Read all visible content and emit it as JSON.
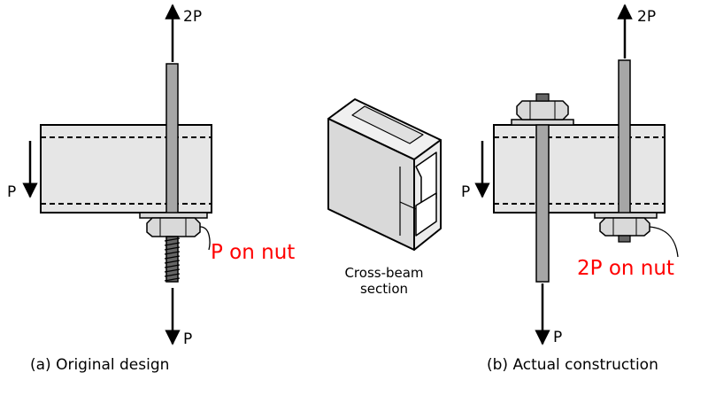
{
  "colors": {
    "beam_fill": "#e6e6e6",
    "rod_fill": "#a6a6a6",
    "nut_fill": "#d9d9d9",
    "outline": "#000000",
    "highlight_text": "#ff0000",
    "background": "#ffffff"
  },
  "panel_a": {
    "caption": "(a) Original design",
    "top_load": "2P",
    "side_load": "P",
    "bottom_load": "P",
    "nut_label": "P on nut"
  },
  "panel_b": {
    "caption": "(b) Actual construction",
    "top_load": "2P",
    "side_load": "P",
    "bottom_load": "P",
    "nut_label": "2P on nut"
  },
  "center": {
    "label_line1": "Cross-beam",
    "label_line2": "section"
  }
}
